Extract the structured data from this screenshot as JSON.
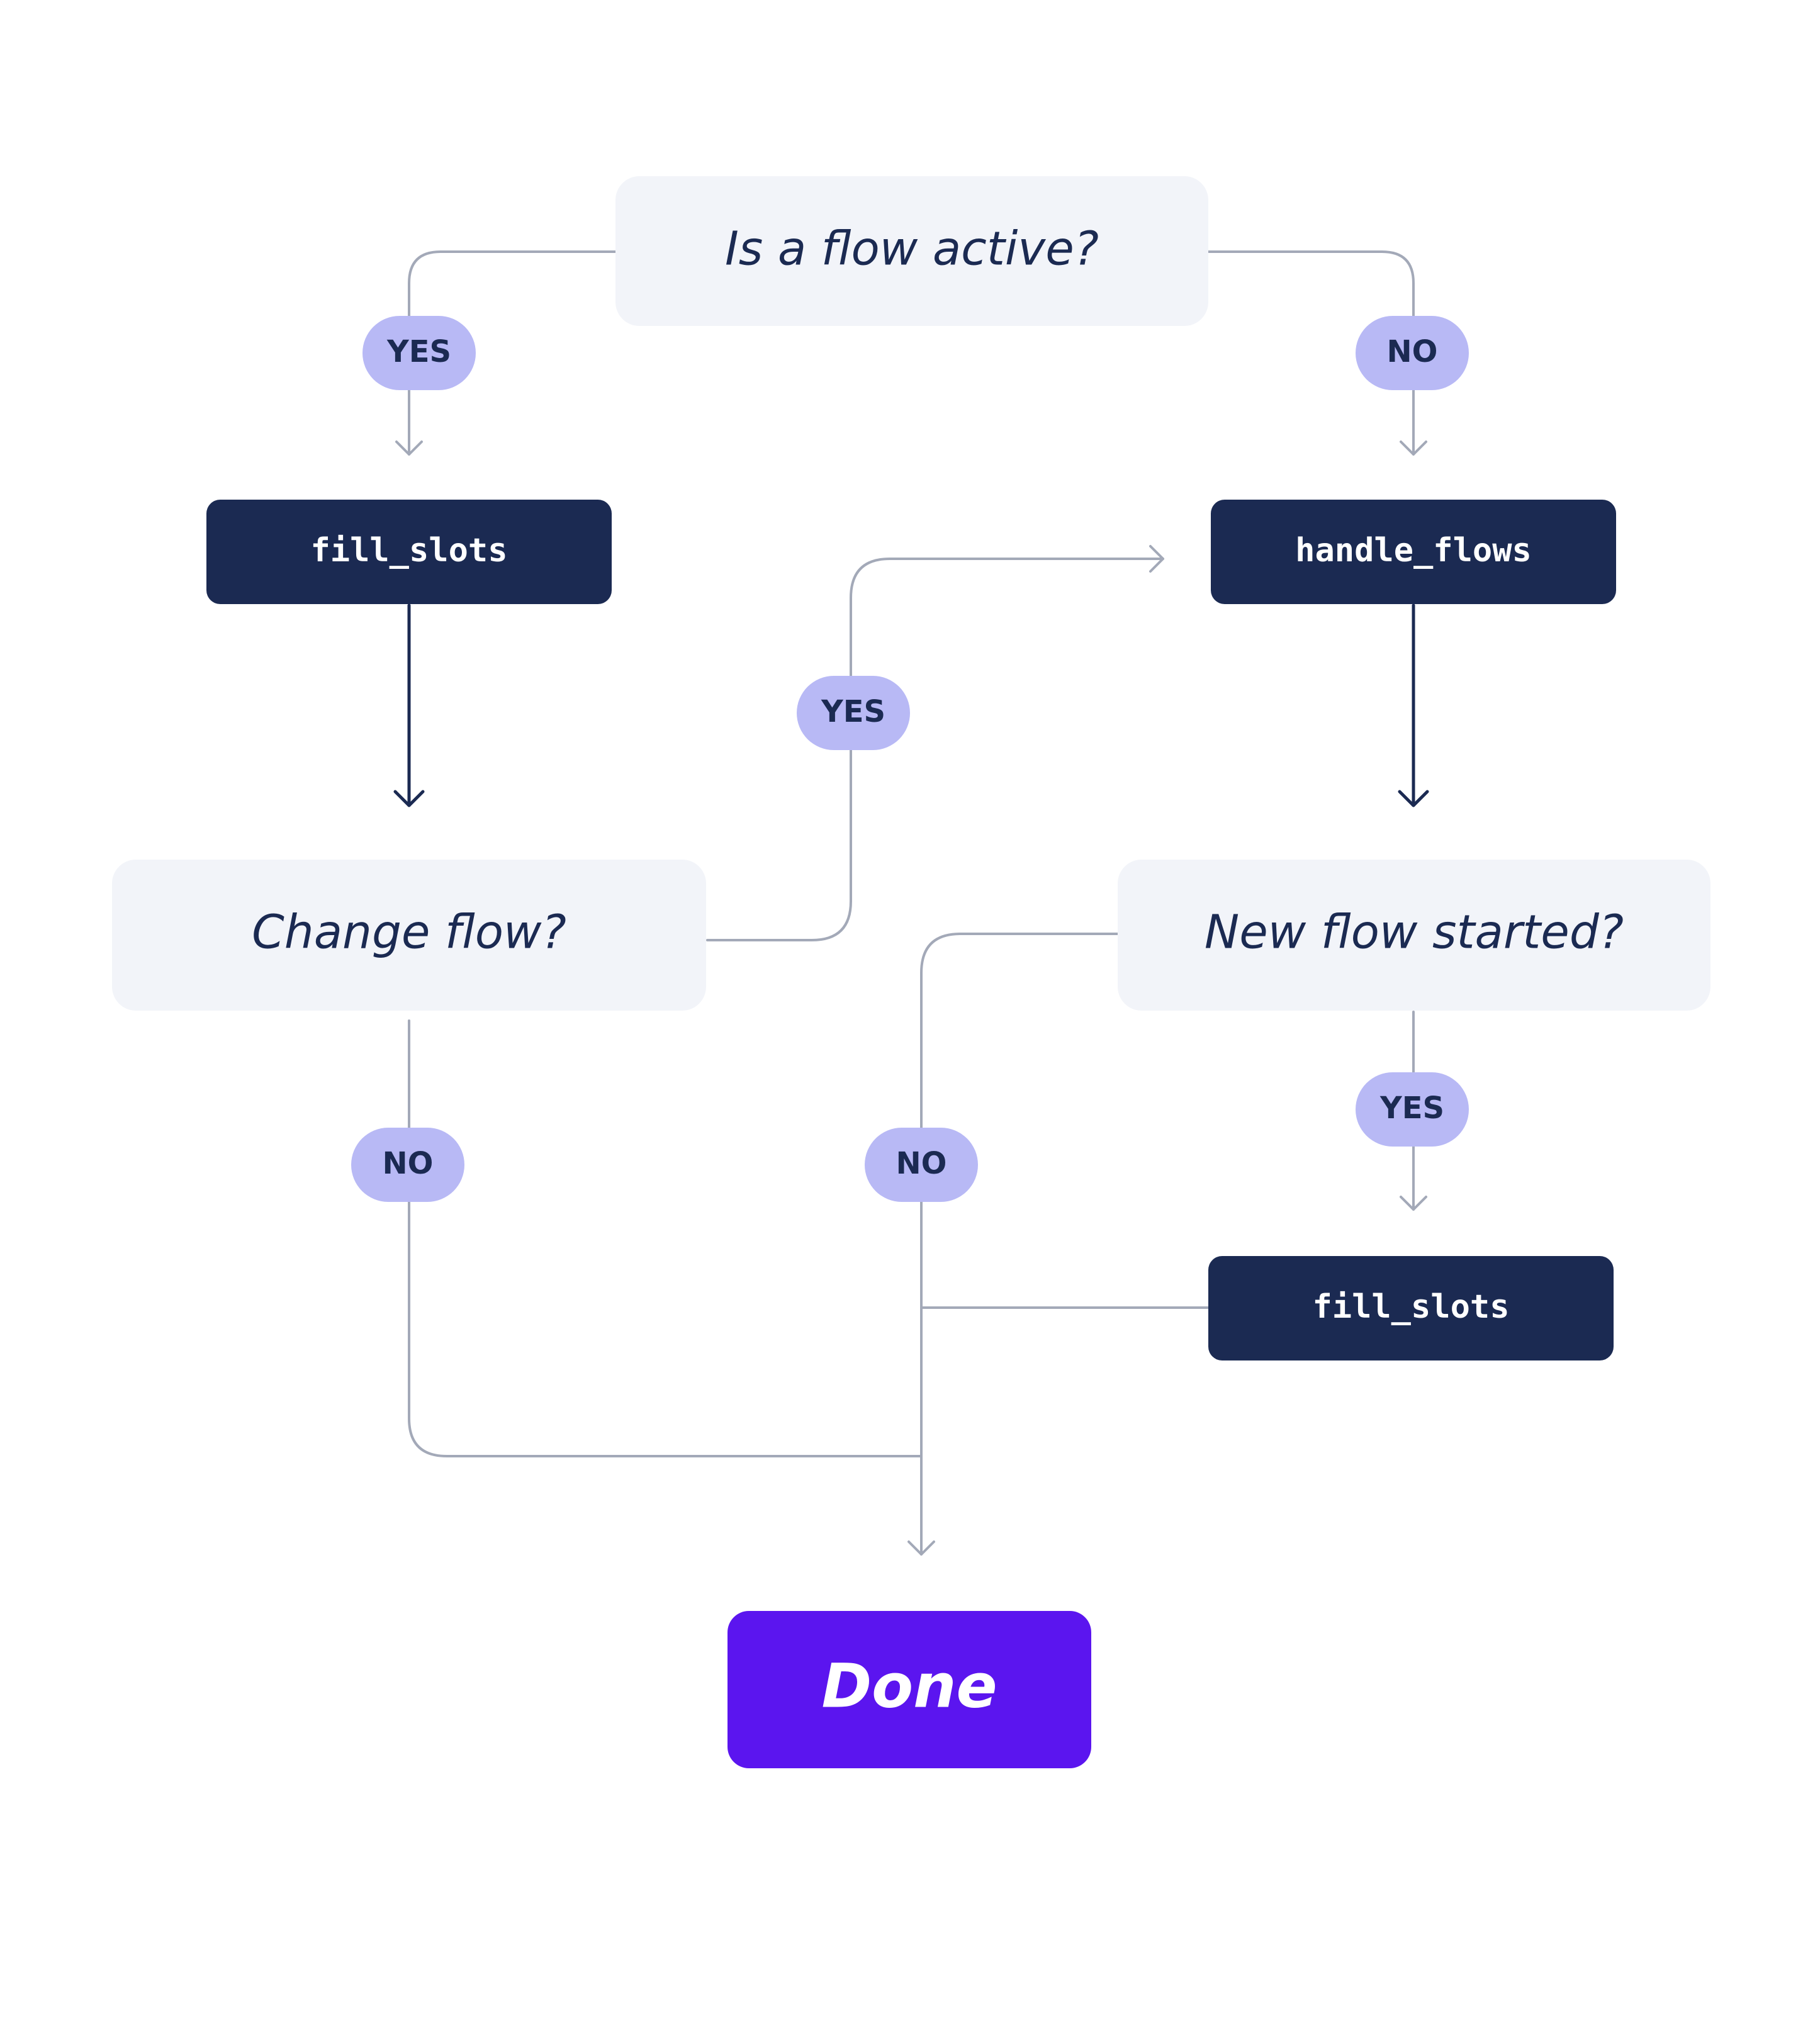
{
  "colors": {
    "background": "#ffffff",
    "decision_fill": "#f2f4f9",
    "decision_text": "#1b2a52",
    "process_fill": "#1b2a52",
    "process_text": "#ffffff",
    "pill_fill": "#b8b9f5",
    "pill_text": "#1b2a52",
    "terminal_fill": "#5b15ef",
    "terminal_text": "#ffffff",
    "edge": "#a3a9b8",
    "edge_dark": "#1b2a52"
  },
  "nodes": {
    "is_flow_active": "Is a flow active?",
    "fill_slots_left": "fill_slots",
    "handle_flows": "handle_flows",
    "change_flow": "Change flow?",
    "new_flow_started": "New flow started?",
    "fill_slots_right": "fill_slots",
    "done": "Done"
  },
  "labels": {
    "active_yes": "YES",
    "active_no": "NO",
    "change_yes": "YES",
    "change_no": "NO",
    "new_no": "NO",
    "new_yes": "YES"
  }
}
